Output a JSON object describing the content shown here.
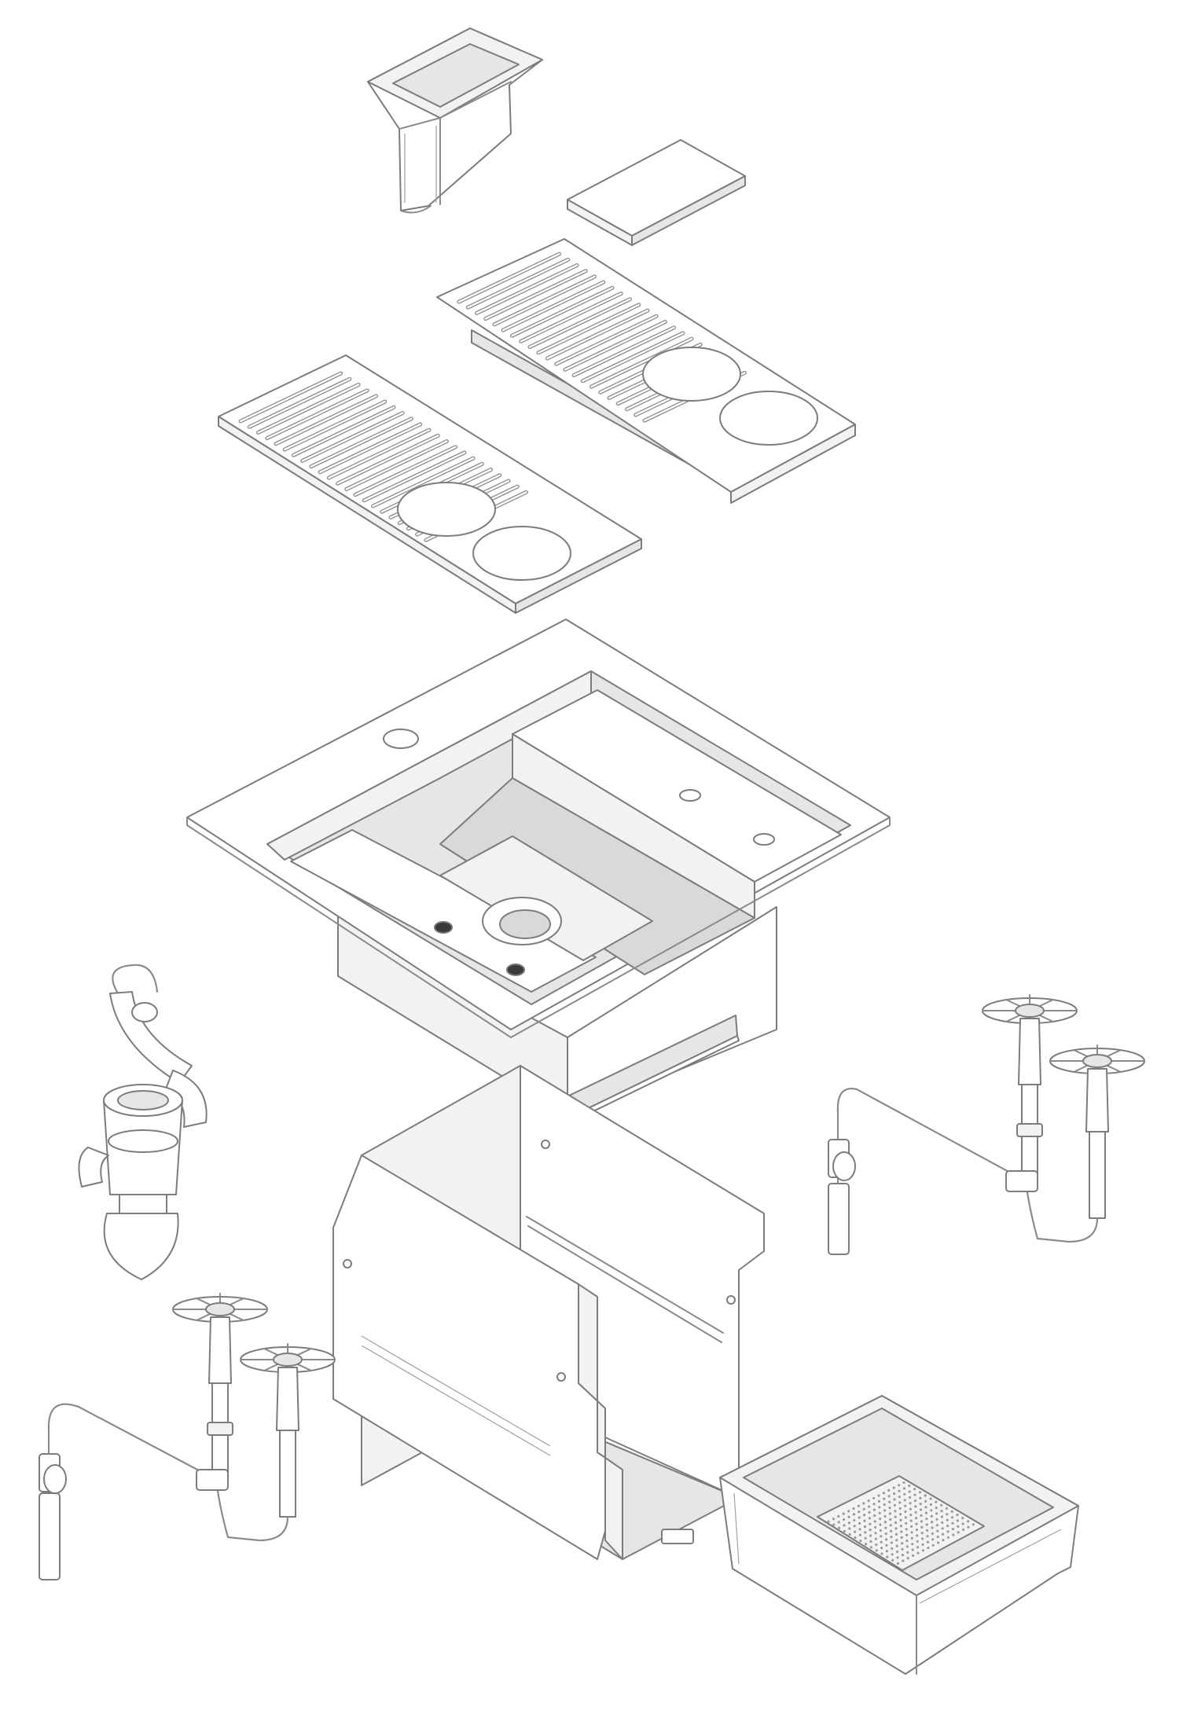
{
  "diagram": {
    "kind": "exploded isometric line drawing",
    "colors": {
      "line": "#8a8a8a",
      "shadow": "#e6e6e6",
      "background": "#ffffff"
    },
    "parts": [
      {
        "id": "gastronorm-container-small"
      },
      {
        "id": "cover-plate"
      },
      {
        "id": "drip-tray-upper"
      },
      {
        "id": "drip-tray-lower"
      },
      {
        "id": "sink-basin"
      },
      {
        "id": "siphon-trap"
      },
      {
        "id": "faucet-assembly-right"
      },
      {
        "id": "base-cabinet-frame"
      },
      {
        "id": "faucet-assembly-left"
      },
      {
        "id": "gastronorm-container-large"
      }
    ]
  }
}
